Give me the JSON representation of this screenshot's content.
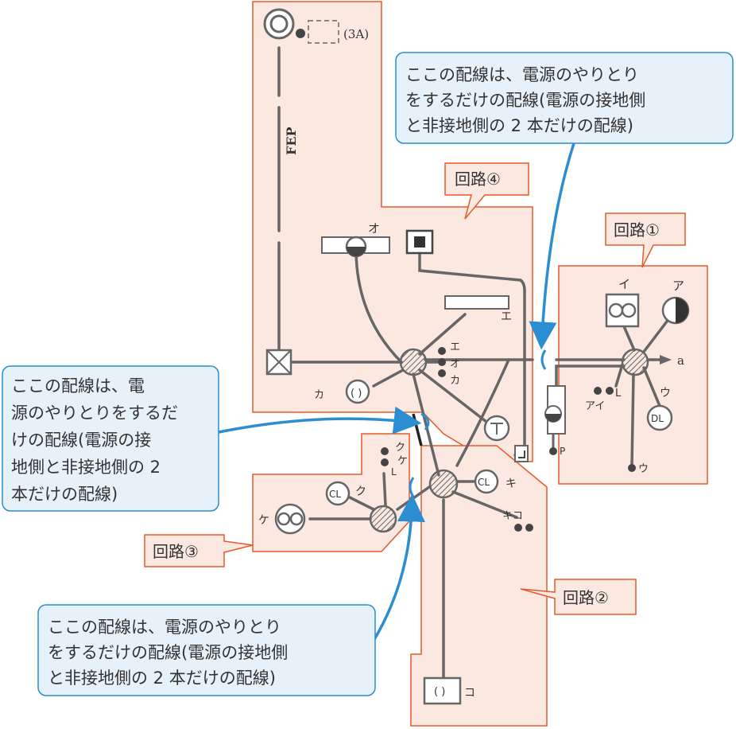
{
  "circuits": {
    "c1": "回路①",
    "c2": "回路②",
    "c3": "回路③",
    "c4": "回路④"
  },
  "callouts": {
    "top_right": [
      "ここの配線は、電源のやりとり",
      "をするだけの配線(電源の接地側",
      "と非接地側の 2 本だけの配線)"
    ],
    "left": [
      "ここの配線は、電",
      "源のやりとりをするだ",
      "けの配線(電源の接",
      "地側と非接地側の 2",
      "本だけの配線)"
    ],
    "bottom": [
      "ここの配線は、電源のやりとり",
      "をするだけの配線(電源の接地側",
      "と非接地側の 2 本だけの配線)"
    ]
  },
  "symbols": {
    "panel_rating": "(3A)",
    "fep": "FEP",
    "o": "オ",
    "e": "エ",
    "e_o_ka": [
      "エ",
      "オ",
      "カ"
    ],
    "ka": "カ",
    "i": "イ",
    "a": "ア",
    "a_out": "a",
    "l": "L",
    "ai": "アイ",
    "u": "ウ",
    "u2": "ウ",
    "dl": "DL",
    "p": "P",
    "ku_ke": [
      "ク",
      "ケ",
      "L"
    ],
    "ku": "ク",
    "ke": "ケ",
    "ki": "キ",
    "kiko": "キコ",
    "ko": "コ",
    "cl": "CL"
  },
  "colors": {
    "region_fill": "#fbe9e1",
    "region_stroke": "#e65a2a",
    "callout_fill": "#e6f1fa",
    "callout_stroke": "#2a8ed0",
    "label_fill": "#fbe9e1",
    "wire": "#666666",
    "marker": "#444444"
  }
}
